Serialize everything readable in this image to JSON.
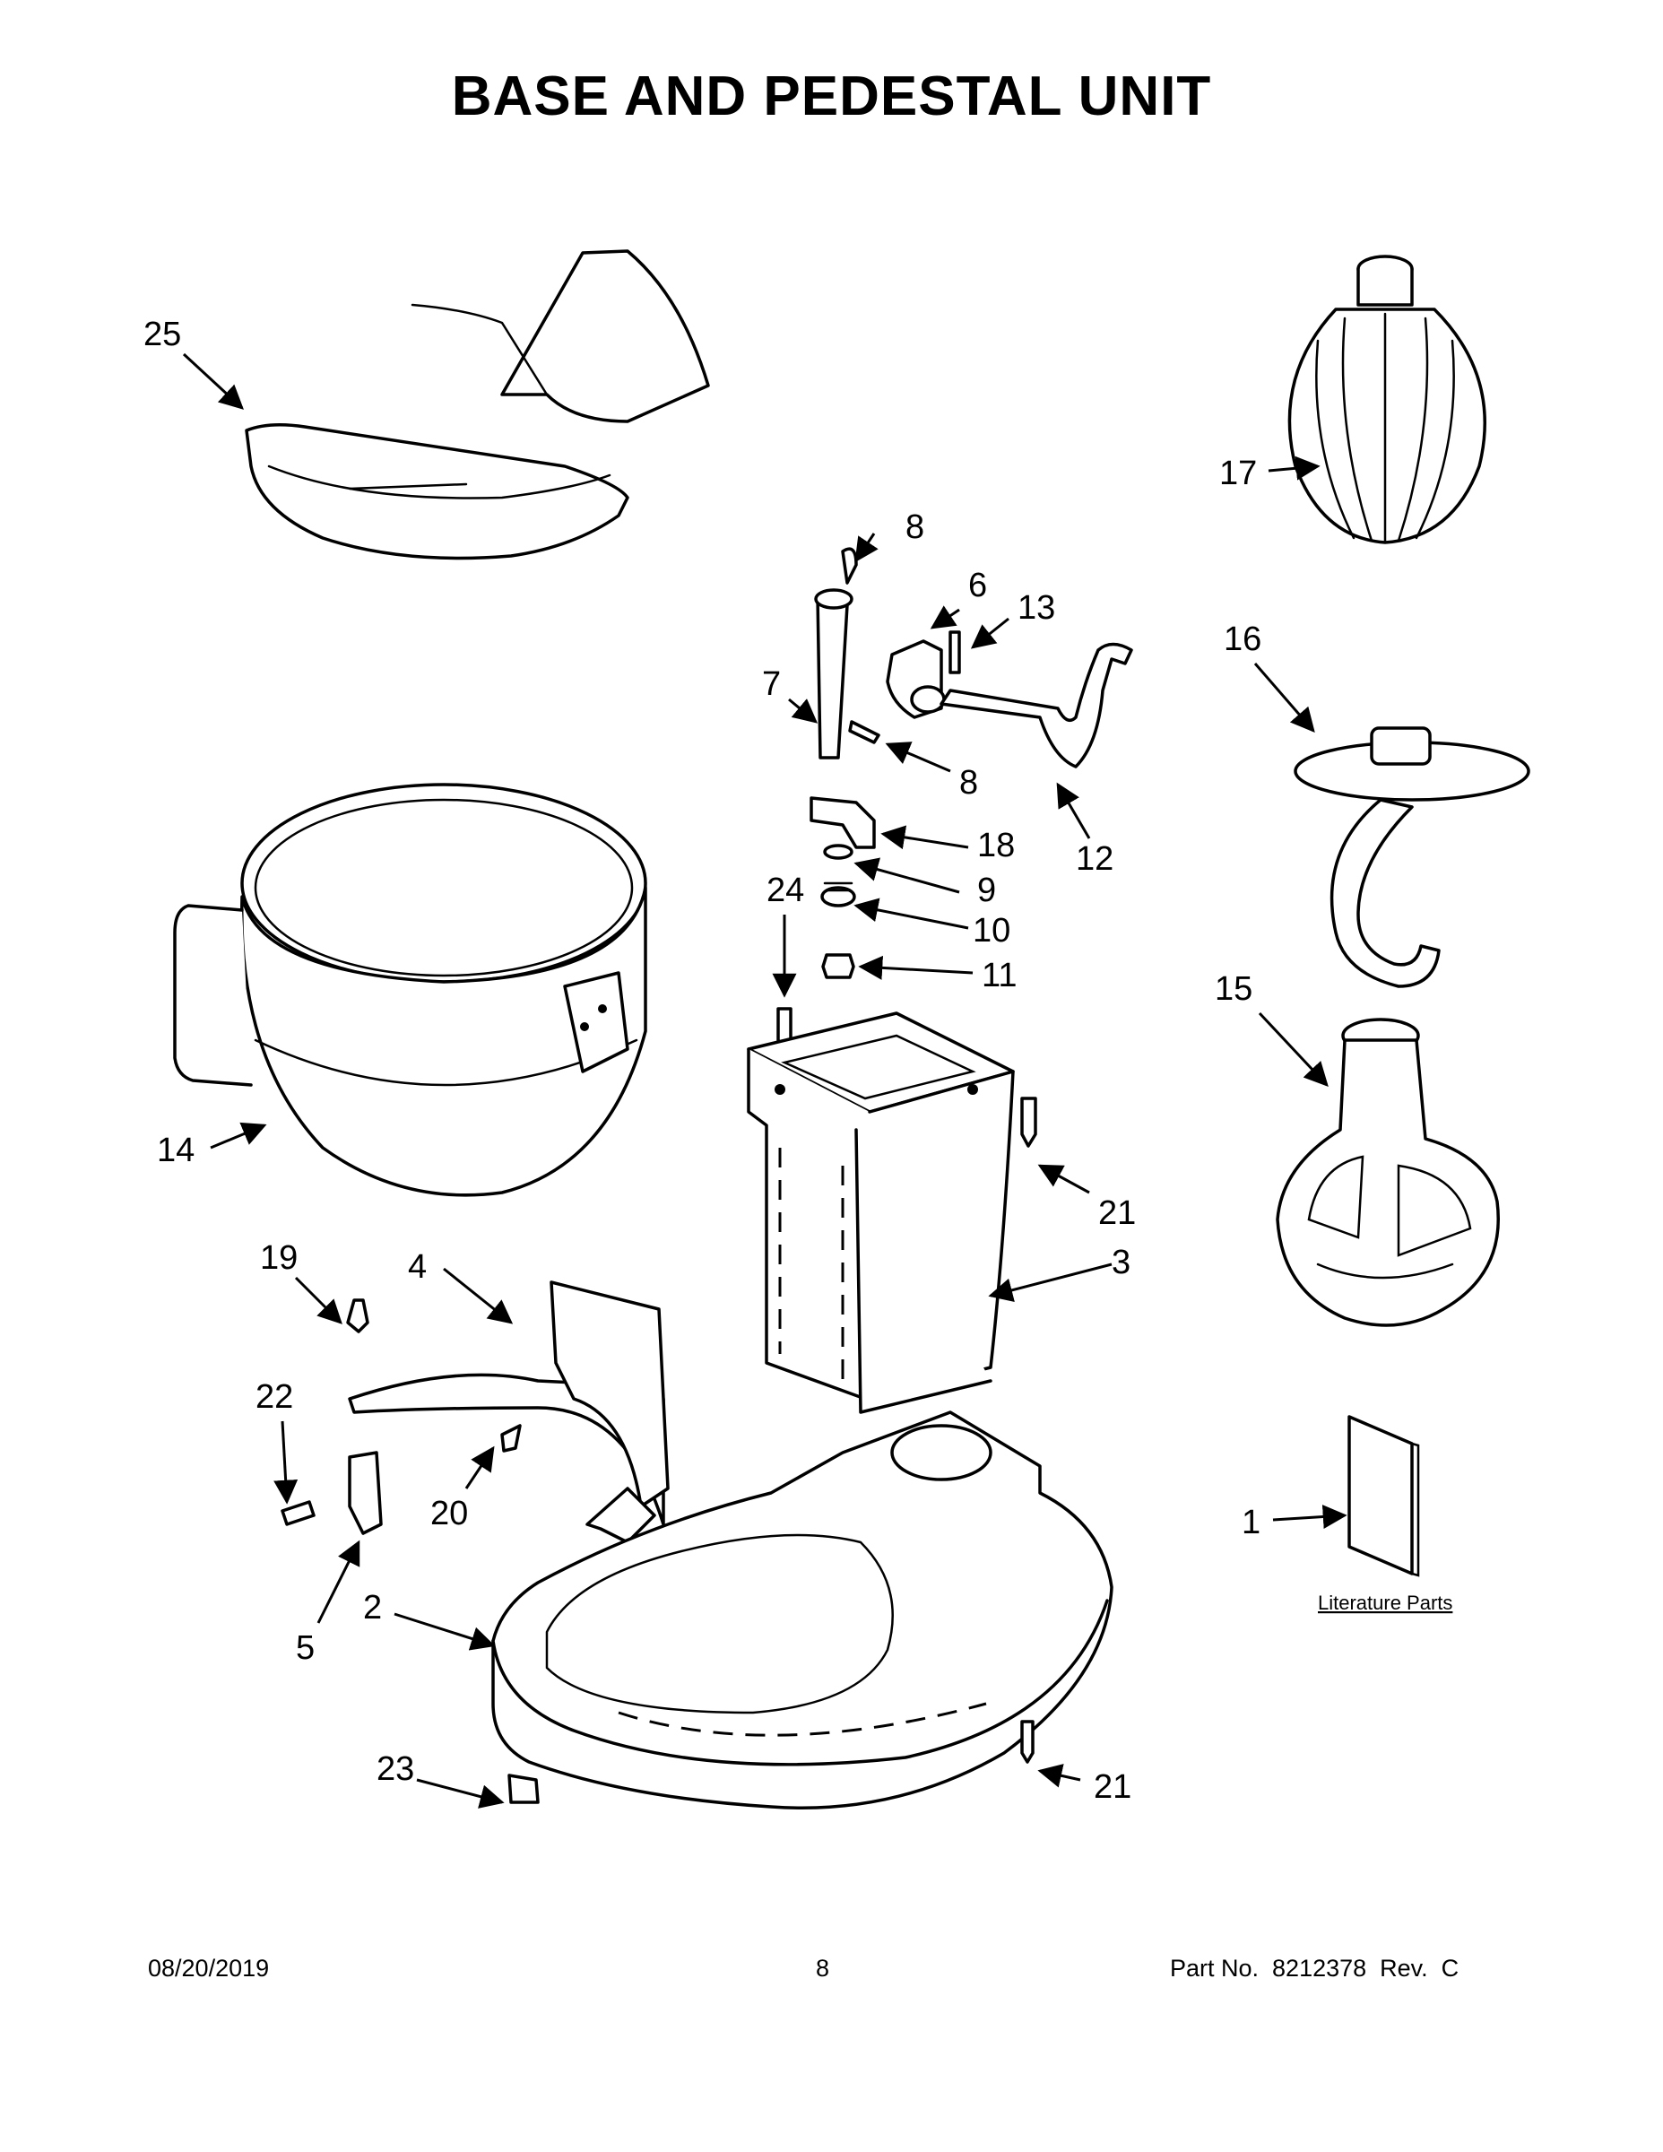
{
  "title": "BASE AND PEDESTAL UNIT",
  "callouts": {
    "c1": "1",
    "c2": "2",
    "c3": "3",
    "c4": "4",
    "c5": "5",
    "c6": "6",
    "c7": "7",
    "c8a": "8",
    "c8b": "8",
    "c9": "9",
    "c10": "10",
    "c11": "11",
    "c12": "12",
    "c13": "13",
    "c14": "14",
    "c15": "15",
    "c16": "16",
    "c17": "17",
    "c18": "18",
    "c19": "19",
    "c20": "20",
    "c21a": "21",
    "c21b": "21",
    "c22": "22",
    "c23": "23",
    "c24": "24",
    "c25": "25"
  },
  "literature_label": "Literature Parts",
  "footer": {
    "date": "08/20/2019",
    "page": "8",
    "part_no": "Part No.  8212378  Rev.  C"
  }
}
